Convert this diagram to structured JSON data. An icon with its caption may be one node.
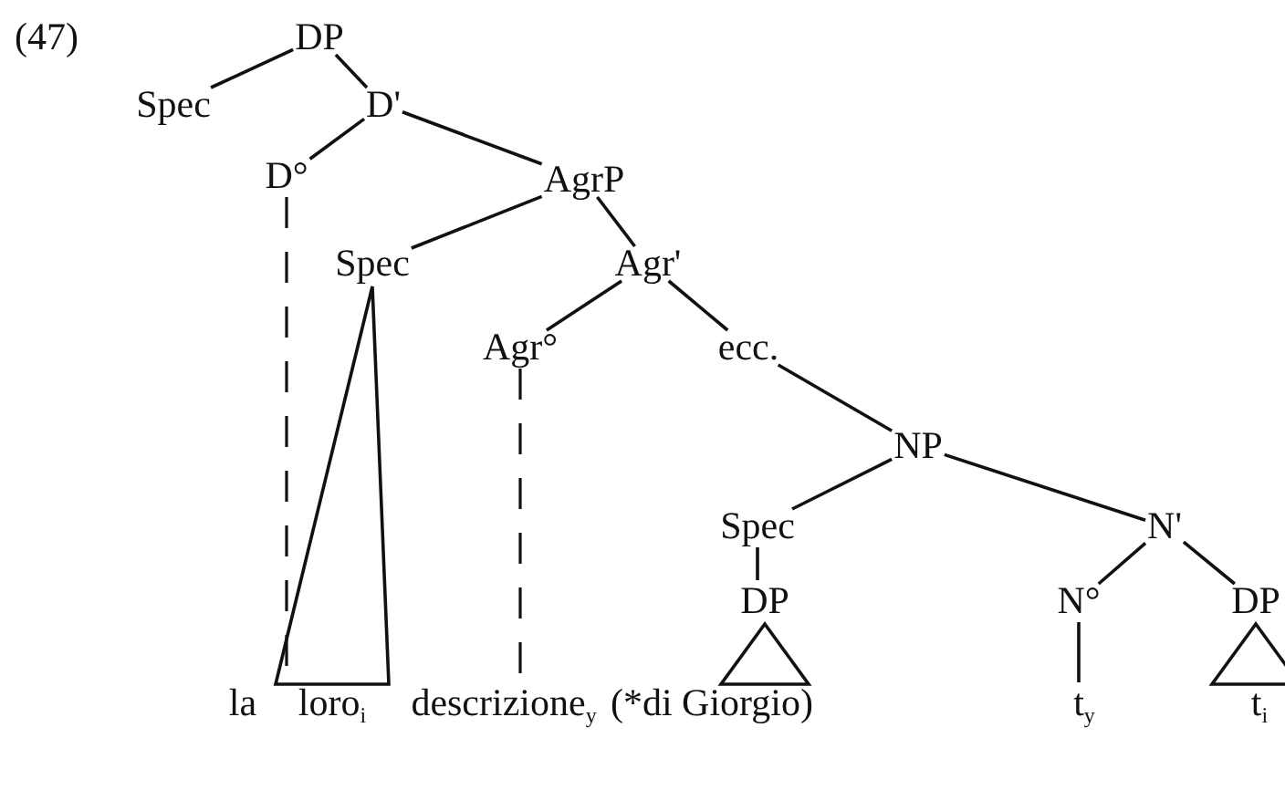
{
  "diagram": {
    "nodes": [
      {
        "text": [
          "DP"
        ]
      },
      {
        "text": [
          "Spec"
        ]
      },
      {
        "text": [
          "D'"
        ]
      },
      {
        "text": [
          "D°"
        ]
      },
      {
        "text": [
          "AgrP"
        ]
      },
      {
        "text": [
          "Spec"
        ]
      },
      {
        "text": [
          "Agr'"
        ]
      },
      {
        "text": [
          "Agr°"
        ]
      },
      {
        "text": [
          "ecc."
        ]
      },
      {
        "text": [
          "NP"
        ]
      },
      {
        "text": [
          "Spec"
        ]
      },
      {
        "text": [
          "N'"
        ]
      },
      {
        "text": [
          "DP"
        ]
      },
      {
        "text": [
          "N°"
        ]
      },
      {
        "text": [
          "DP"
        ]
      },
      {
        "text": [
          "la"
        ]
      },
      {
        "text": [
          "loro$_{i}$"
        ]
      },
      {
        "text": [
          "descrizione$_{y}$"
        ]
      },
      {
        "text": [
          "(*di Giorgio)"
        ]
      },
      {
        "text": [
          "t$_{y}$"
        ]
      },
      {
        "text": [
          "t$_{i}$"
        ]
      }
    ],
    "edges": [
      {
        "from": 0,
        "to": 1,
        "arrow": "none"
      },
      {
        "from": 0,
        "to": 2,
        "arrow": "none"
      },
      {
        "from": 2,
        "to": 3,
        "arrow": "none"
      },
      {
        "from": 2,
        "to": 4,
        "arrow": "none"
      },
      {
        "from": 4,
        "to": 5,
        "arrow": "none"
      },
      {
        "from": 4,
        "to": 6,
        "arrow": "none"
      },
      {
        "from": 6,
        "to": 7,
        "arrow": "none"
      },
      {
        "from": 6,
        "to": 8,
        "arrow": "none"
      },
      {
        "from": 8,
        "to": 9,
        "arrow": "none"
      },
      {
        "from": 9,
        "to": 10,
        "arrow": "none"
      },
      {
        "from": 9,
        "to": 11,
        "arrow": "none"
      },
      {
        "from": 10,
        "to": 12,
        "arrow": "none"
      },
      {
        "from": 11,
        "to": 13,
        "arrow": "none"
      },
      {
        "from": 11,
        "to": 14,
        "arrow": "none"
      },
      {
        "from": 3,
        "to": 15,
        "arrow": "none",
        "style": "dashed"
      },
      {
        "from": 7,
        "to": 17,
        "arrow": "none",
        "style": "dashed"
      },
      {
        "from": 13,
        "to": 19,
        "arrow": "none"
      }
    ],
    "labels": [
      "(47)"
    ]
  }
}
